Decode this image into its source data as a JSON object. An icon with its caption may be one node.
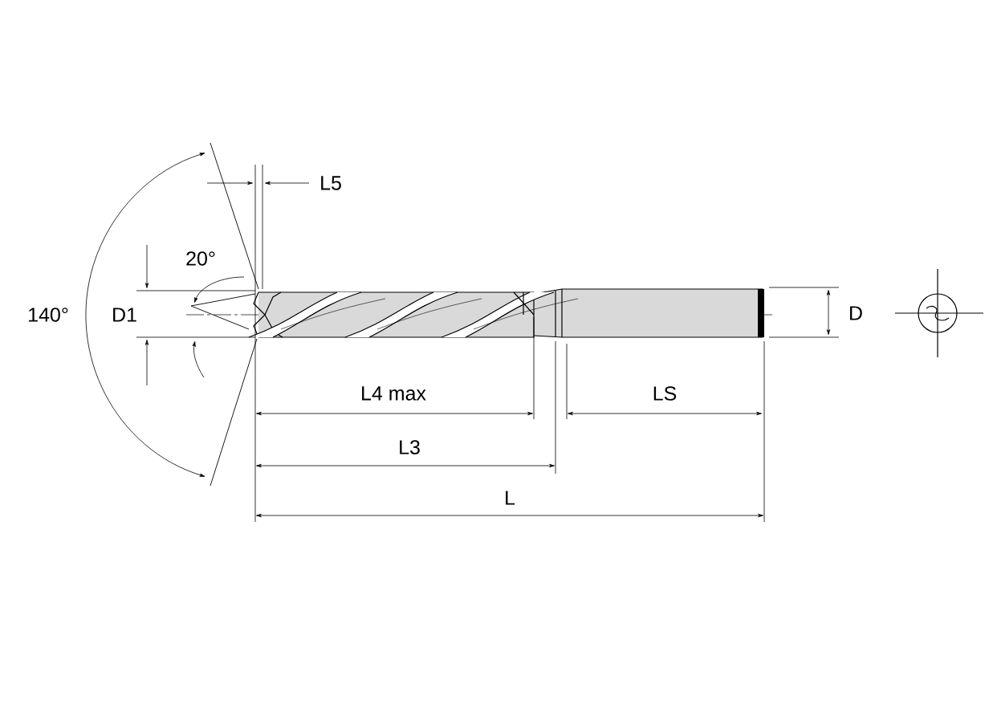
{
  "diagram": {
    "labels": [
      "L5",
      "20°",
      "140°",
      "D1",
      "L4 max",
      "L3",
      "LS",
      "L",
      "D"
    ]
  }
}
